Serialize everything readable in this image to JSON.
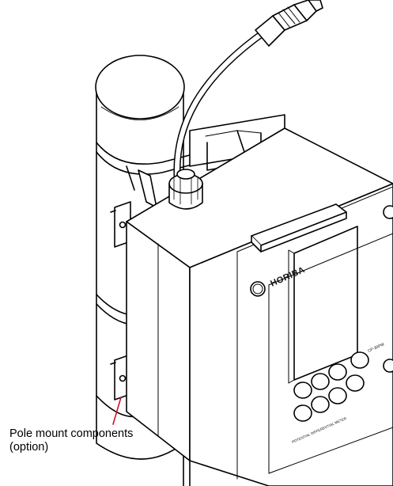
{
  "diagram": {
    "device": {
      "brand": "HORIBA",
      "model": "CP-30PW",
      "series": "POTENTIAL DIFFERENTIAL METER"
    },
    "callout": {
      "label_line1": "Pole mount components",
      "label_line2": "(option)"
    },
    "colors": {
      "stroke": "#000000",
      "fill": "#ffffff",
      "callout_line": "#d0112b"
    }
  }
}
